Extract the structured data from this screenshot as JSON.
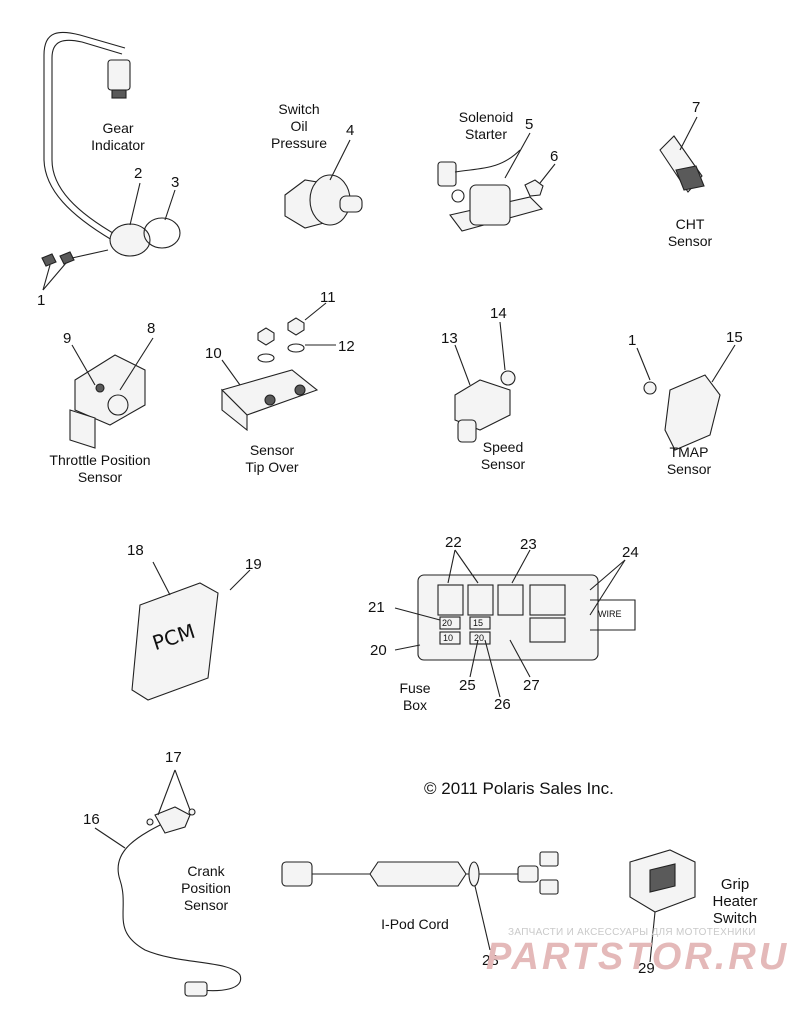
{
  "labels": {
    "gear_indicator": [
      "Gear",
      "Indicator"
    ],
    "switch_oil_pressure": [
      "Switch",
      "Oil",
      "Pressure"
    ],
    "solenoid_starter": [
      "Solenoid",
      "Starter"
    ],
    "cht_sensor": [
      "CHT",
      "Sensor"
    ],
    "throttle_position_sensor": [
      "Throttle Position",
      "Sensor"
    ],
    "sensor_tip_over": [
      "Sensor",
      "Tip Over"
    ],
    "speed_sensor": [
      "Speed",
      "Sensor"
    ],
    "tmap_sensor": [
      "TMAP",
      "Sensor"
    ],
    "fuse_box": [
      "Fuse",
      "Box"
    ],
    "crank_position_sensor": [
      "Crank",
      "Position",
      "Sensor"
    ],
    "ipod_cord": "I-Pod Cord",
    "grip_heater_switch": [
      "Grip",
      "Heater",
      "Switch"
    ]
  },
  "part_numbers": [
    "1",
    "2",
    "3",
    "4",
    "5",
    "6",
    "7",
    "1",
    "8",
    "9",
    "10",
    "11",
    "12",
    "13",
    "14",
    "15",
    "16",
    "17",
    "18",
    "19",
    "20",
    "21",
    "22",
    "23",
    "24",
    "25",
    "26",
    "27",
    "28",
    "29"
  ],
  "module_text": "PCM",
  "fuse_values": [
    "20",
    "15",
    "10",
    "20"
  ],
  "wire_tag": "WIRE",
  "copyright": "© 2011 Polaris Sales Inc.",
  "watermark": {
    "line1": "ЗАПЧАСТИ И АКСЕССУАРЫ ДЛЯ МОТОТЕХНИКИ",
    "line2": "PARTSTOR.RU"
  }
}
